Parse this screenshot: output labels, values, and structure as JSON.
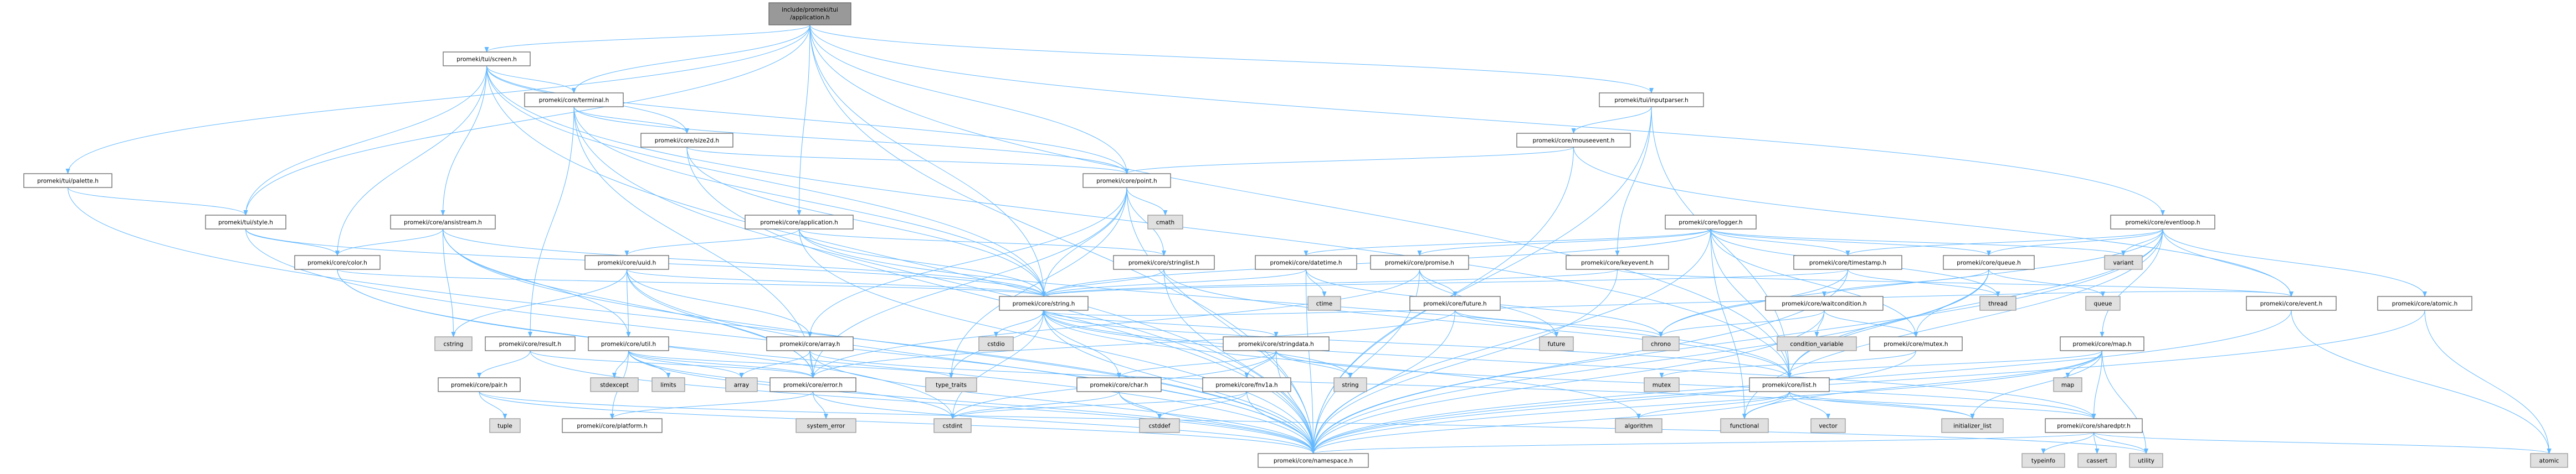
{
  "colors": {
    "edge": "#63b8ff",
    "system_fill": "#e0e0e0",
    "root_fill": "#999999"
  },
  "nodes": [
    {
      "id": "root",
      "label": "include/promeki/tui\n/application.h",
      "kind": "root"
    },
    {
      "id": "screen",
      "label": "promeki/tui/screen.h",
      "kind": "file"
    },
    {
      "id": "terminal",
      "label": "promeki/core/terminal.h",
      "kind": "file"
    },
    {
      "id": "size2d",
      "label": "promeki/core/size2d.h",
      "kind": "file"
    },
    {
      "id": "palette",
      "label": "promeki/tui/palette.h",
      "kind": "file"
    },
    {
      "id": "point",
      "label": "promeki/core/point.h",
      "kind": "file"
    },
    {
      "id": "inputparser",
      "label": "promeki/tui/inputparser.h",
      "kind": "file"
    },
    {
      "id": "mouseevent",
      "label": "promeki/core/mouseevent.h",
      "kind": "file"
    },
    {
      "id": "style",
      "label": "promeki/tui/style.h",
      "kind": "file"
    },
    {
      "id": "ansistream",
      "label": "promeki/core/ansistream.h",
      "kind": "file"
    },
    {
      "id": "appcore",
      "label": "promeki/core/application.h",
      "kind": "file"
    },
    {
      "id": "cmath",
      "label": "cmath",
      "kind": "sys"
    },
    {
      "id": "logger",
      "label": "promeki/core/logger.h",
      "kind": "file"
    },
    {
      "id": "eventloop",
      "label": "promeki/core/eventloop.h",
      "kind": "file"
    },
    {
      "id": "color",
      "label": "promeki/core/color.h",
      "kind": "file"
    },
    {
      "id": "uuid",
      "label": "promeki/core/uuid.h",
      "kind": "file"
    },
    {
      "id": "stringlist",
      "label": "promeki/core/stringlist.h",
      "kind": "file"
    },
    {
      "id": "datetime",
      "label": "promeki/core/datetime.h",
      "kind": "file"
    },
    {
      "id": "promise",
      "label": "promeki/core/promise.h",
      "kind": "file"
    },
    {
      "id": "keyevent",
      "label": "promeki/core/keyevent.h",
      "kind": "file"
    },
    {
      "id": "timestamp",
      "label": "promeki/core/timestamp.h",
      "kind": "file"
    },
    {
      "id": "queue",
      "label": "promeki/core/queue.h",
      "kind": "file"
    },
    {
      "id": "variant",
      "label": "variant",
      "kind": "sys"
    },
    {
      "id": "string",
      "label": "promeki/core/string.h",
      "kind": "file"
    },
    {
      "id": "ctime",
      "label": "ctime",
      "kind": "sys"
    },
    {
      "id": "futureh",
      "label": "promeki/core/future.h",
      "kind": "file"
    },
    {
      "id": "waitcondition",
      "label": "promeki/core/waitcondition.h",
      "kind": "file"
    },
    {
      "id": "thread",
      "label": "thread",
      "kind": "sys"
    },
    {
      "id": "queue_std",
      "label": "queue",
      "kind": "sys"
    },
    {
      "id": "event",
      "label": "promeki/core/event.h",
      "kind": "file"
    },
    {
      "id": "atomich",
      "label": "promeki/core/atomic.h",
      "kind": "file"
    },
    {
      "id": "cstring",
      "label": "cstring",
      "kind": "sys"
    },
    {
      "id": "result",
      "label": "promeki/core/result.h",
      "kind": "file"
    },
    {
      "id": "util",
      "label": "promeki/core/util.h",
      "kind": "file"
    },
    {
      "id": "array",
      "label": "promeki/core/array.h",
      "kind": "file"
    },
    {
      "id": "cstdio",
      "label": "cstdio",
      "kind": "sys"
    },
    {
      "id": "stringdata",
      "label": "promeki/core/stringdata.h",
      "kind": "file"
    },
    {
      "id": "future",
      "label": "future",
      "kind": "sys"
    },
    {
      "id": "chrono",
      "label": "chrono",
      "kind": "sys"
    },
    {
      "id": "condvar",
      "label": "condition_variable",
      "kind": "sys"
    },
    {
      "id": "mutexh",
      "label": "promeki/core/mutex.h",
      "kind": "file"
    },
    {
      "id": "map",
      "label": "promeki/core/map.h",
      "kind": "file"
    },
    {
      "id": "pair",
      "label": "promeki/core/pair.h",
      "kind": "file"
    },
    {
      "id": "stdexcept",
      "label": "stdexcept",
      "kind": "sys"
    },
    {
      "id": "limits",
      "label": "limits",
      "kind": "sys"
    },
    {
      "id": "array_std",
      "label": "array",
      "kind": "sys"
    },
    {
      "id": "error",
      "label": "promeki/core/error.h",
      "kind": "file"
    },
    {
      "id": "type_traits",
      "label": "type_traits",
      "kind": "sys"
    },
    {
      "id": "char",
      "label": "promeki/core/char.h",
      "kind": "file"
    },
    {
      "id": "fnv1a",
      "label": "promeki/core/fnv1a.h",
      "kind": "file"
    },
    {
      "id": "string_std",
      "label": "string",
      "kind": "sys"
    },
    {
      "id": "mutex",
      "label": "mutex",
      "kind": "sys"
    },
    {
      "id": "list",
      "label": "promeki/core/list.h",
      "kind": "file"
    },
    {
      "id": "map_std",
      "label": "map",
      "kind": "sys"
    },
    {
      "id": "tuple",
      "label": "tuple",
      "kind": "sys"
    },
    {
      "id": "platform",
      "label": "promeki/core/platform.h",
      "kind": "file"
    },
    {
      "id": "system_error",
      "label": "system_error",
      "kind": "sys"
    },
    {
      "id": "cstdint",
      "label": "cstdint",
      "kind": "sys"
    },
    {
      "id": "cstddef",
      "label": "cstddef",
      "kind": "sys"
    },
    {
      "id": "algorithm",
      "label": "algorithm",
      "kind": "sys"
    },
    {
      "id": "functional",
      "label": "functional",
      "kind": "sys"
    },
    {
      "id": "vector",
      "label": "vector",
      "kind": "sys"
    },
    {
      "id": "initializer_list",
      "label": "initializer_list",
      "kind": "sys"
    },
    {
      "id": "sharedptr",
      "label": "promeki/core/sharedptr.h",
      "kind": "file"
    },
    {
      "id": "namespace",
      "label": "promeki/core/namespace.h",
      "kind": "file"
    },
    {
      "id": "typeinfo",
      "label": "typeinfo",
      "kind": "sys"
    },
    {
      "id": "cassert",
      "label": "cassert",
      "kind": "sys"
    },
    {
      "id": "utility",
      "label": "utility",
      "kind": "sys"
    },
    {
      "id": "atomic",
      "label": "atomic",
      "kind": "sys"
    }
  ],
  "edges": [
    [
      "root",
      "screen"
    ],
    [
      "root",
      "terminal"
    ],
    [
      "root",
      "palette"
    ],
    [
      "root",
      "style"
    ],
    [
      "root",
      "appcore"
    ],
    [
      "root",
      "point"
    ],
    [
      "root",
      "inputparser"
    ],
    [
      "root",
      "eventloop"
    ],
    [
      "root",
      "namespace"
    ],
    [
      "root",
      "list"
    ],
    [
      "root",
      "string"
    ],
    [
      "screen",
      "terminal"
    ],
    [
      "screen",
      "ansistream"
    ],
    [
      "screen",
      "style"
    ],
    [
      "screen",
      "point"
    ],
    [
      "screen",
      "size2d"
    ],
    [
      "screen",
      "string"
    ],
    [
      "screen",
      "namespace"
    ],
    [
      "screen",
      "list"
    ],
    [
      "screen",
      "color"
    ],
    [
      "terminal",
      "size2d"
    ],
    [
      "terminal",
      "result"
    ],
    [
      "terminal",
      "error"
    ],
    [
      "terminal",
      "namespace"
    ],
    [
      "terminal",
      "string"
    ],
    [
      "terminal",
      "point"
    ],
    [
      "size2d",
      "point"
    ],
    [
      "size2d",
      "string"
    ],
    [
      "size2d",
      "namespace"
    ],
    [
      "palette",
      "style"
    ],
    [
      "palette",
      "namespace"
    ],
    [
      "style",
      "color"
    ],
    [
      "style",
      "namespace"
    ],
    [
      "style",
      "string"
    ],
    [
      "ansistream",
      "cstring"
    ],
    [
      "ansistream",
      "util"
    ],
    [
      "ansistream",
      "string"
    ],
    [
      "ansistream",
      "color"
    ],
    [
      "ansistream",
      "namespace"
    ],
    [
      "ansistream",
      "error"
    ],
    [
      "color",
      "string"
    ],
    [
      "color",
      "namespace"
    ],
    [
      "color",
      "cstdint"
    ],
    [
      "appcore",
      "uuid"
    ],
    [
      "appcore",
      "stringlist"
    ],
    [
      "appcore",
      "string"
    ],
    [
      "appcore",
      "namespace"
    ],
    [
      "appcore",
      "list"
    ],
    [
      "uuid",
      "cstring"
    ],
    [
      "uuid",
      "array"
    ],
    [
      "uuid",
      "error"
    ],
    [
      "uuid",
      "string"
    ],
    [
      "uuid",
      "namespace"
    ],
    [
      "uuid",
      "util"
    ],
    [
      "point",
      "cmath"
    ],
    [
      "point",
      "stringlist"
    ],
    [
      "point",
      "string"
    ],
    [
      "point",
      "array"
    ],
    [
      "point",
      "namespace"
    ],
    [
      "point",
      "error"
    ],
    [
      "point",
      "type_traits"
    ],
    [
      "stringlist",
      "string"
    ],
    [
      "stringlist",
      "list"
    ],
    [
      "stringlist",
      "namespace"
    ],
    [
      "string",
      "cstdio"
    ],
    [
      "string",
      "stringdata"
    ],
    [
      "string",
      "char"
    ],
    [
      "string",
      "cstdint"
    ],
    [
      "string",
      "type_traits"
    ],
    [
      "string",
      "namespace"
    ],
    [
      "string",
      "list"
    ],
    [
      "string",
      "sharedptr"
    ],
    [
      "string",
      "algorithm"
    ],
    [
      "string",
      "string_std"
    ],
    [
      "stringdata",
      "char"
    ],
    [
      "stringdata",
      "fnv1a"
    ],
    [
      "stringdata",
      "string_std"
    ],
    [
      "stringdata",
      "namespace"
    ],
    [
      "stringdata",
      "sharedptr"
    ],
    [
      "stringdata",
      "cstdint"
    ],
    [
      "char",
      "cstdint"
    ],
    [
      "char",
      "cstddef"
    ],
    [
      "char",
      "namespace"
    ],
    [
      "fnv1a",
      "cstddef"
    ],
    [
      "fnv1a",
      "cstdint"
    ],
    [
      "fnv1a",
      "namespace"
    ],
    [
      "result",
      "pair"
    ],
    [
      "result",
      "error"
    ],
    [
      "result",
      "namespace"
    ],
    [
      "pair",
      "tuple"
    ],
    [
      "pair",
      "namespace"
    ],
    [
      "pair",
      "utility"
    ],
    [
      "util",
      "stdexcept"
    ],
    [
      "util",
      "limits"
    ],
    [
      "util",
      "array_std"
    ],
    [
      "util",
      "error"
    ],
    [
      "util",
      "platform"
    ],
    [
      "util",
      "namespace"
    ],
    [
      "util",
      "cstdint"
    ],
    [
      "util",
      "type_traits"
    ],
    [
      "array",
      "array_std"
    ],
    [
      "array",
      "error"
    ],
    [
      "array",
      "namespace"
    ],
    [
      "array",
      "initializer_list"
    ],
    [
      "error",
      "platform"
    ],
    [
      "error",
      "system_error"
    ],
    [
      "error",
      "namespace"
    ],
    [
      "logger",
      "datetime"
    ],
    [
      "logger",
      "promise"
    ],
    [
      "logger",
      "timestamp"
    ],
    [
      "logger",
      "queue"
    ],
    [
      "logger",
      "thread"
    ],
    [
      "logger",
      "variant"
    ],
    [
      "logger",
      "mutexh"
    ],
    [
      "logger",
      "list"
    ],
    [
      "logger",
      "string"
    ],
    [
      "logger",
      "namespace"
    ],
    [
      "logger",
      "functional"
    ],
    [
      "datetime",
      "ctime"
    ],
    [
      "datetime",
      "string"
    ],
    [
      "datetime",
      "namespace"
    ],
    [
      "datetime",
      "chrono"
    ],
    [
      "promise",
      "futureh"
    ],
    [
      "promise",
      "future"
    ],
    [
      "promise",
      "namespace"
    ],
    [
      "promise",
      "error"
    ],
    [
      "futureh",
      "future"
    ],
    [
      "futureh",
      "chrono"
    ],
    [
      "futureh",
      "namespace"
    ],
    [
      "futureh",
      "error"
    ],
    [
      "keyevent",
      "string"
    ],
    [
      "keyevent",
      "namespace"
    ],
    [
      "keyevent",
      "event"
    ],
    [
      "mouseevent",
      "point"
    ],
    [
      "mouseevent",
      "namespace"
    ],
    [
      "mouseevent",
      "event"
    ],
    [
      "inputparser",
      "mouseevent"
    ],
    [
      "inputparser",
      "keyevent"
    ],
    [
      "inputparser",
      "list"
    ],
    [
      "inputparser",
      "namespace"
    ],
    [
      "eventloop",
      "queue"
    ],
    [
      "eventloop",
      "variant"
    ],
    [
      "eventloop",
      "event"
    ],
    [
      "eventloop",
      "atomich"
    ],
    [
      "eventloop",
      "timestamp"
    ],
    [
      "eventloop",
      "namespace"
    ],
    [
      "eventloop",
      "list"
    ],
    [
      "eventloop",
      "functional"
    ],
    [
      "eventloop",
      "map"
    ],
    [
      "eventloop",
      "chrono"
    ],
    [
      "timestamp",
      "chrono"
    ],
    [
      "timestamp",
      "thread"
    ],
    [
      "timestamp",
      "string"
    ],
    [
      "timestamp",
      "namespace"
    ],
    [
      "queue",
      "waitcondition"
    ],
    [
      "queue",
      "queue_std"
    ],
    [
      "queue",
      "mutexh"
    ],
    [
      "queue",
      "list"
    ],
    [
      "queue",
      "namespace"
    ],
    [
      "waitcondition",
      "condvar"
    ],
    [
      "waitcondition",
      "mutexh"
    ],
    [
      "waitcondition",
      "namespace"
    ],
    [
      "waitcondition",
      "chrono"
    ],
    [
      "mutexh",
      "mutex"
    ],
    [
      "mutexh",
      "namespace"
    ],
    [
      "map",
      "map_std"
    ],
    [
      "map",
      "list"
    ],
    [
      "map",
      "sharedptr"
    ],
    [
      "map",
      "initializer_list"
    ],
    [
      "map",
      "namespace"
    ],
    [
      "map",
      "functional"
    ],
    [
      "map",
      "utility"
    ],
    [
      "list",
      "vector"
    ],
    [
      "list",
      "functional"
    ],
    [
      "list",
      "initializer_list"
    ],
    [
      "list",
      "algorithm"
    ],
    [
      "list",
      "sharedptr"
    ],
    [
      "list",
      "namespace"
    ],
    [
      "sharedptr",
      "typeinfo"
    ],
    [
      "sharedptr",
      "cassert"
    ],
    [
      "sharedptr",
      "utility"
    ],
    [
      "sharedptr",
      "atomic"
    ],
    [
      "sharedptr",
      "namespace"
    ],
    [
      "event",
      "namespace"
    ],
    [
      "event",
      "atomic"
    ],
    [
      "event",
      "string"
    ],
    [
      "atomich",
      "atomic"
    ],
    [
      "atomich",
      "namespace"
    ]
  ]
}
